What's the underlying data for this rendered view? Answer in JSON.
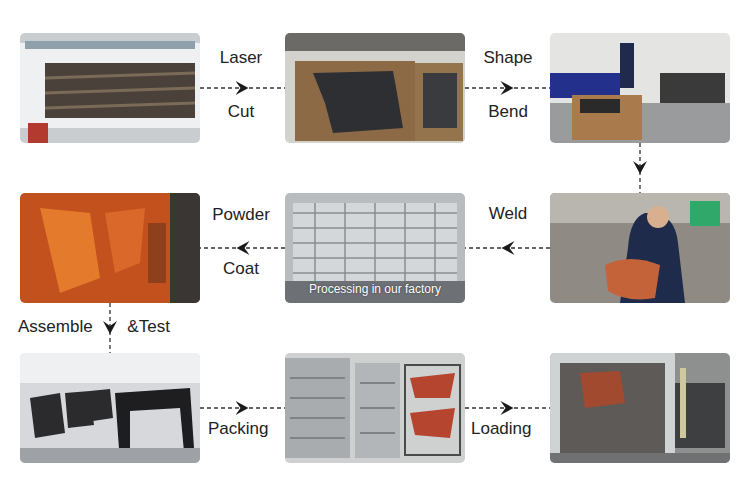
{
  "diagram": {
    "nodes": [
      {
        "text": []
      },
      {
        "text": []
      },
      {
        "text": []
      },
      {
        "text": []
      },
      {
        "text": [
          "Processing in our factory"
        ]
      },
      {
        "text": []
      },
      {
        "text": []
      },
      {
        "text": []
      },
      {
        "text": []
      }
    ],
    "edges": [
      {
        "from": 0,
        "to": 1,
        "label": "Laser Cut",
        "arrow": "to"
      },
      {
        "from": 1,
        "to": 2,
        "label": "Shape Bend",
        "arrow": "to"
      },
      {
        "from": 2,
        "to": 3,
        "arrow": "to"
      },
      {
        "from": 3,
        "to": 4,
        "label": "Weld",
        "arrow": "to"
      },
      {
        "from": 4,
        "to": 5,
        "label": "Powder Coat",
        "arrow": "to"
      },
      {
        "from": 5,
        "to": 6,
        "label": "Assemble &Test",
        "arrow": "to"
      },
      {
        "from": 6,
        "to": 7,
        "label": "Packing",
        "arrow": "to"
      },
      {
        "from": 7,
        "to": 8,
        "label": "Loading",
        "arrow": "to"
      }
    ]
  }
}
